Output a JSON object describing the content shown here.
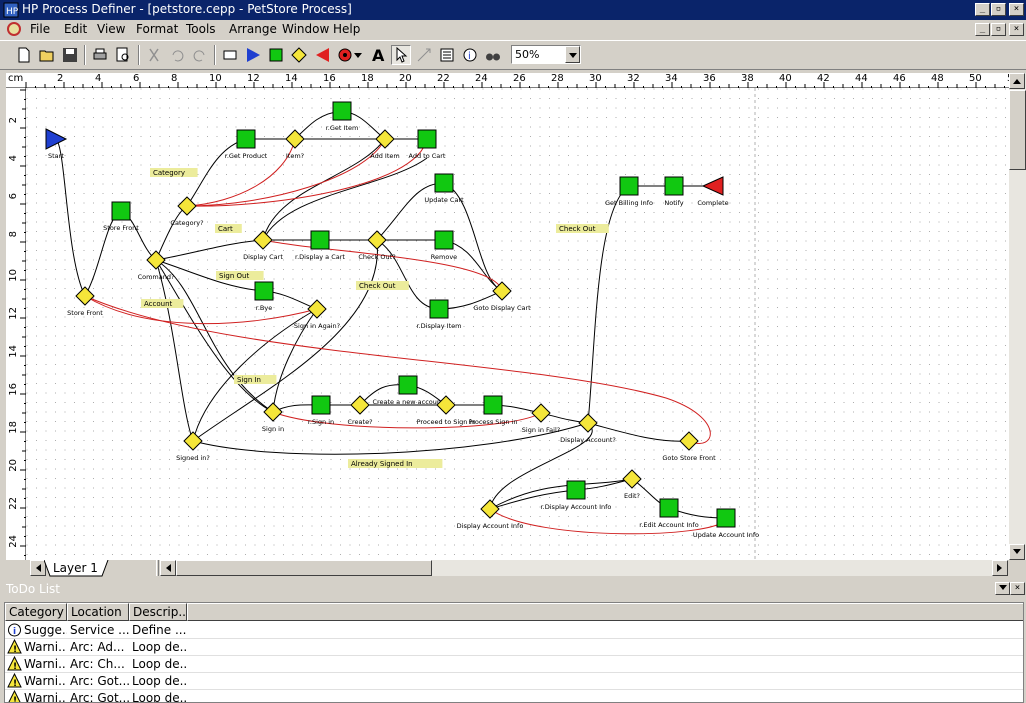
{
  "window": {
    "title": "HP Process Definer - [petstore.cepp - PetStore Process]",
    "buttons": [
      "_",
      "▫",
      "×"
    ]
  },
  "menubar": {
    "items": [
      "File",
      "Edit",
      "View",
      "Format",
      "Tools",
      "Arrange",
      "Window",
      "Help"
    ]
  },
  "toolbar": {
    "zoom_value": "50%",
    "colors": {
      "start": "#1f3fd0",
      "activity": "#11c811",
      "decision": "#f5e63a",
      "complete": "#e02020"
    }
  },
  "rulers": {
    "unit": "cm",
    "h_ticks": [
      "2",
      "4",
      "6",
      "8",
      "10",
      "12",
      "14",
      "16",
      "18",
      "20",
      "22",
      "24",
      "26",
      "28",
      "30",
      "32",
      "34",
      "36",
      "38",
      "40",
      "42",
      "44",
      "46",
      "48",
      "50",
      "5"
    ],
    "v_ticks": [
      "2",
      "4",
      "6",
      "8",
      "10",
      "12",
      "14",
      "16",
      "18",
      "20",
      "22",
      "24"
    ]
  },
  "diagram": {
    "nodes": [
      {
        "id": "start",
        "type": "start",
        "label": "Start"
      },
      {
        "id": "storefront",
        "type": "decision",
        "label": "Store Front"
      },
      {
        "id": "storefront_act",
        "type": "activity",
        "label": "Store Front"
      },
      {
        "id": "command",
        "type": "decision",
        "label": "Command?"
      },
      {
        "id": "category",
        "type": "decision",
        "label": "Category?"
      },
      {
        "id": "getproduct",
        "type": "activity",
        "label": "r.Get Product"
      },
      {
        "id": "item",
        "type": "decision",
        "label": "Item?"
      },
      {
        "id": "getitem",
        "type": "activity",
        "label": "r.Get Item"
      },
      {
        "id": "additem",
        "type": "decision",
        "label": "Add Item"
      },
      {
        "id": "addtocart",
        "type": "activity",
        "label": "Add to Cart"
      },
      {
        "id": "updatecart",
        "type": "activity",
        "label": "Update Cart"
      },
      {
        "id": "displaycart",
        "type": "decision",
        "label": "Display Cart"
      },
      {
        "id": "rdisplaycart",
        "type": "activity",
        "label": "r.Display a Cart"
      },
      {
        "id": "checkout",
        "type": "decision",
        "label": "Check Out?"
      },
      {
        "id": "remove",
        "type": "activity",
        "label": "Remove"
      },
      {
        "id": "rdisplayitem",
        "type": "activity",
        "label": "r.Display Item"
      },
      {
        "id": "gotodisplaycart",
        "type": "decision",
        "label": "Goto Display Cart"
      },
      {
        "id": "bye",
        "type": "activity",
        "label": "r.Bye"
      },
      {
        "id": "signinagain",
        "type": "decision",
        "label": "Sign in Again?"
      },
      {
        "id": "signin",
        "type": "decision",
        "label": "Sign in"
      },
      {
        "id": "rsignin",
        "type": "activity",
        "label": "r.Sign in"
      },
      {
        "id": "create",
        "type": "decision",
        "label": "Create?"
      },
      {
        "id": "createacct",
        "type": "activity",
        "label": "Create a new account"
      },
      {
        "id": "proceed",
        "type": "decision",
        "label": "Proceed to Sign in"
      },
      {
        "id": "processsignin",
        "type": "activity",
        "label": "Process Sign in"
      },
      {
        "id": "signinfail",
        "type": "decision",
        "label": "Sign in Fail?"
      },
      {
        "id": "displayacct",
        "type": "decision",
        "label": "Display Account?"
      },
      {
        "id": "signedin",
        "type": "decision",
        "label": "Signed in?"
      },
      {
        "id": "getbilling",
        "type": "activity",
        "label": "Get Billing Info"
      },
      {
        "id": "notify",
        "type": "activity",
        "label": "Notify"
      },
      {
        "id": "complete",
        "type": "complete",
        "label": "Complete"
      },
      {
        "id": "gotostorefront",
        "type": "decision",
        "label": "Goto Store Front"
      },
      {
        "id": "displayacctinfo",
        "type": "decision",
        "label": "Display Account Info"
      },
      {
        "id": "rdisplayacctinfo",
        "type": "activity",
        "label": "r.Display Account Info"
      },
      {
        "id": "edit",
        "type": "decision",
        "label": "Edit?"
      },
      {
        "id": "reditacct",
        "type": "activity",
        "label": "r.Edit Account Info"
      },
      {
        "id": "updateacct",
        "type": "activity",
        "label": "Update Account Info"
      }
    ],
    "annotations": [
      "Category",
      "Cart",
      "Sign Out",
      "Account",
      "Check Out",
      "Check Out",
      "Sign In",
      "Already Signed In"
    ]
  },
  "tabs": [
    "Layer 1"
  ],
  "todo": {
    "title": "ToDo List",
    "columns": [
      "Category",
      "Location",
      "Descrip..."
    ],
    "rows": [
      {
        "category": "Sugge...",
        "location": "Service ...",
        "description": "Define ...",
        "icon": "info"
      },
      {
        "category": "Warni...",
        "location": "Arc: Ad...",
        "description": "Loop de...",
        "icon": "warning"
      },
      {
        "category": "Warni...",
        "location": "Arc: Ch...",
        "description": "Loop de...",
        "icon": "warning"
      },
      {
        "category": "Warni...",
        "location": "Arc: Got...",
        "description": "Loop de...",
        "icon": "warning"
      },
      {
        "category": "Warni...",
        "location": "Arc: Got...",
        "description": "Loop de...",
        "icon": "warning"
      }
    ]
  }
}
